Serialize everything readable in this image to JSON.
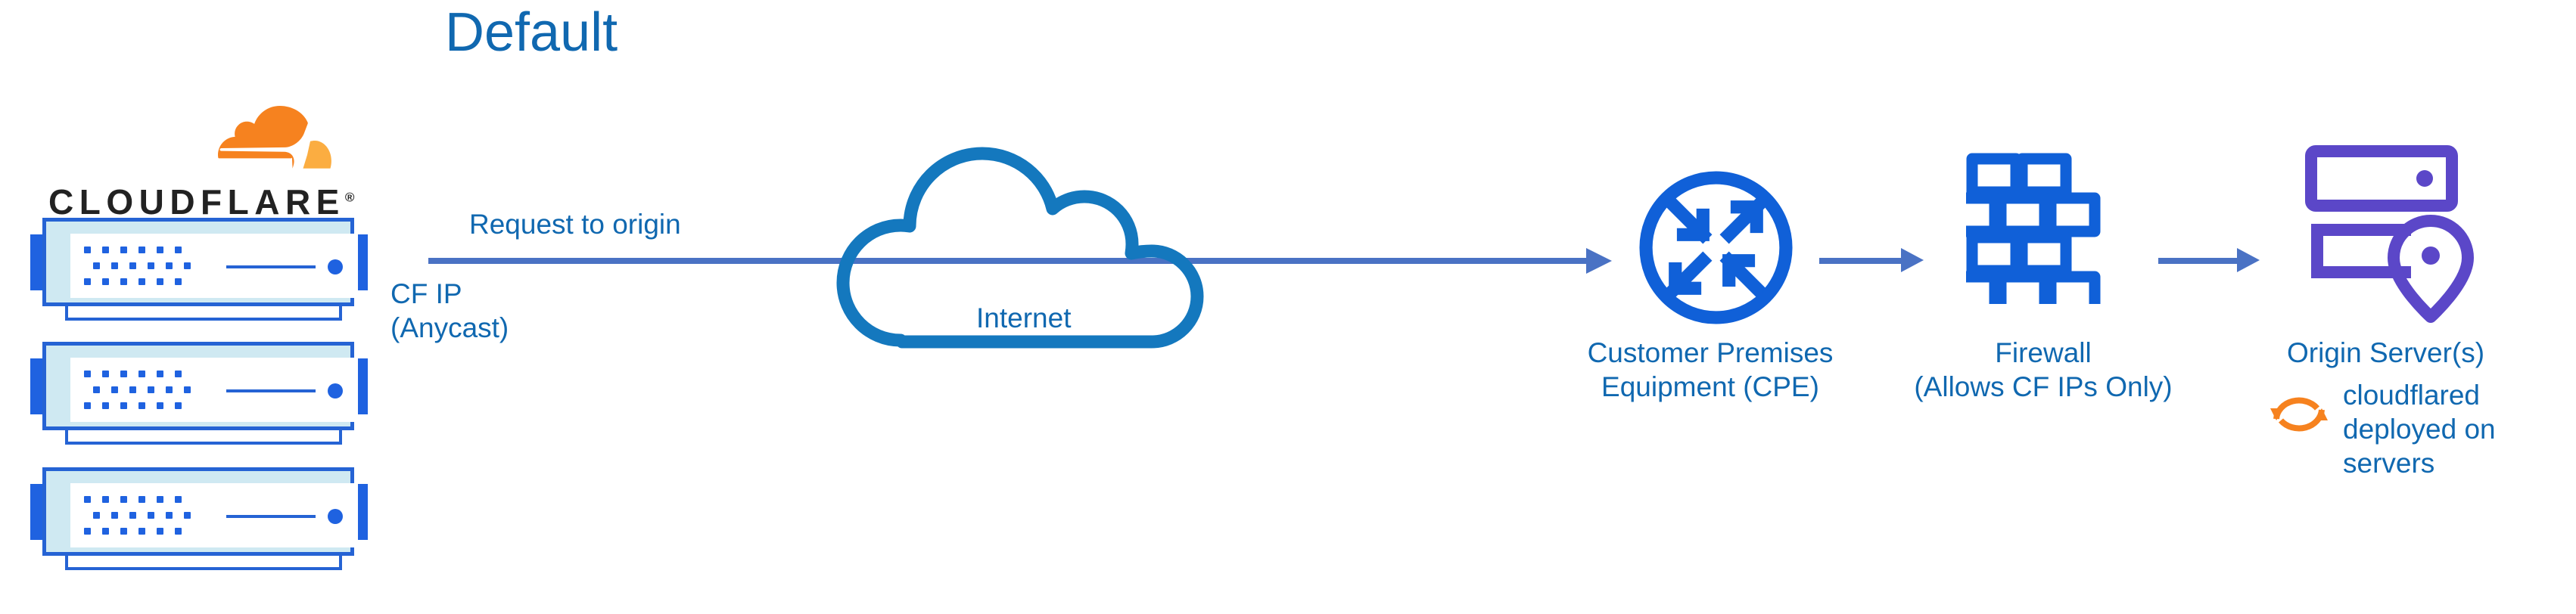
{
  "title": "Default",
  "brand": {
    "name": "CLOUDFLARE",
    "registered_mark": "®",
    "logo_icon": "cloudflare-cloud-logo",
    "colors": {
      "orange_dark": "#F6821F",
      "orange_light": "#FBAD41",
      "wordmark": "#222222"
    }
  },
  "colors": {
    "title_blue": "#1068B0",
    "label_blue": "#1068B0",
    "arrow_blue": "#4A72C4",
    "cloud_outline_blue": "#1478BE",
    "icon_blue": "#1060D8",
    "server_body_blue": "#2563D4",
    "server_bezel": "#CFE9F2",
    "server_tab_blue": "#1F62E0",
    "origin_purple": "#5B47C8",
    "cloudflared_orange": "#F6821F"
  },
  "servers": {
    "count": 3,
    "icon": "rack-server-icon",
    "dot_rows": 3,
    "dots_per_row": 6
  },
  "labels": {
    "request_to_origin": "Request to origin",
    "cf_ip_line1": "CF IP",
    "cf_ip_line2": "(Anycast)",
    "internet": "Internet",
    "cpe_line1": "Customer Premises",
    "cpe_line2": "Equipment (CPE)",
    "firewall_line1": "Firewall",
    "firewall_line2": "(Allows CF IPs Only)",
    "origin_server": "Origin Server(s)",
    "cloudflared_line1": "cloudflared",
    "cloudflared_line2": "deployed on",
    "cloudflared_line3": "servers"
  },
  "icons": {
    "internet": "cloud-outline-icon",
    "cpe": "router-four-arrows-circle-icon",
    "firewall": "brick-wall-icon",
    "origin": "server-rack-location-pin-icon",
    "cloudflared": "circular-sync-arrows-icon",
    "arrow": "right-arrow-icon"
  },
  "flow": [
    {
      "from": "cloudflare-edge-servers",
      "to": "internet",
      "label": "Request to origin"
    },
    {
      "from": "internet",
      "to": "customer-premises-equipment",
      "label": ""
    },
    {
      "from": "customer-premises-equipment",
      "to": "firewall",
      "label": ""
    },
    {
      "from": "firewall",
      "to": "origin-server",
      "label": ""
    }
  ]
}
